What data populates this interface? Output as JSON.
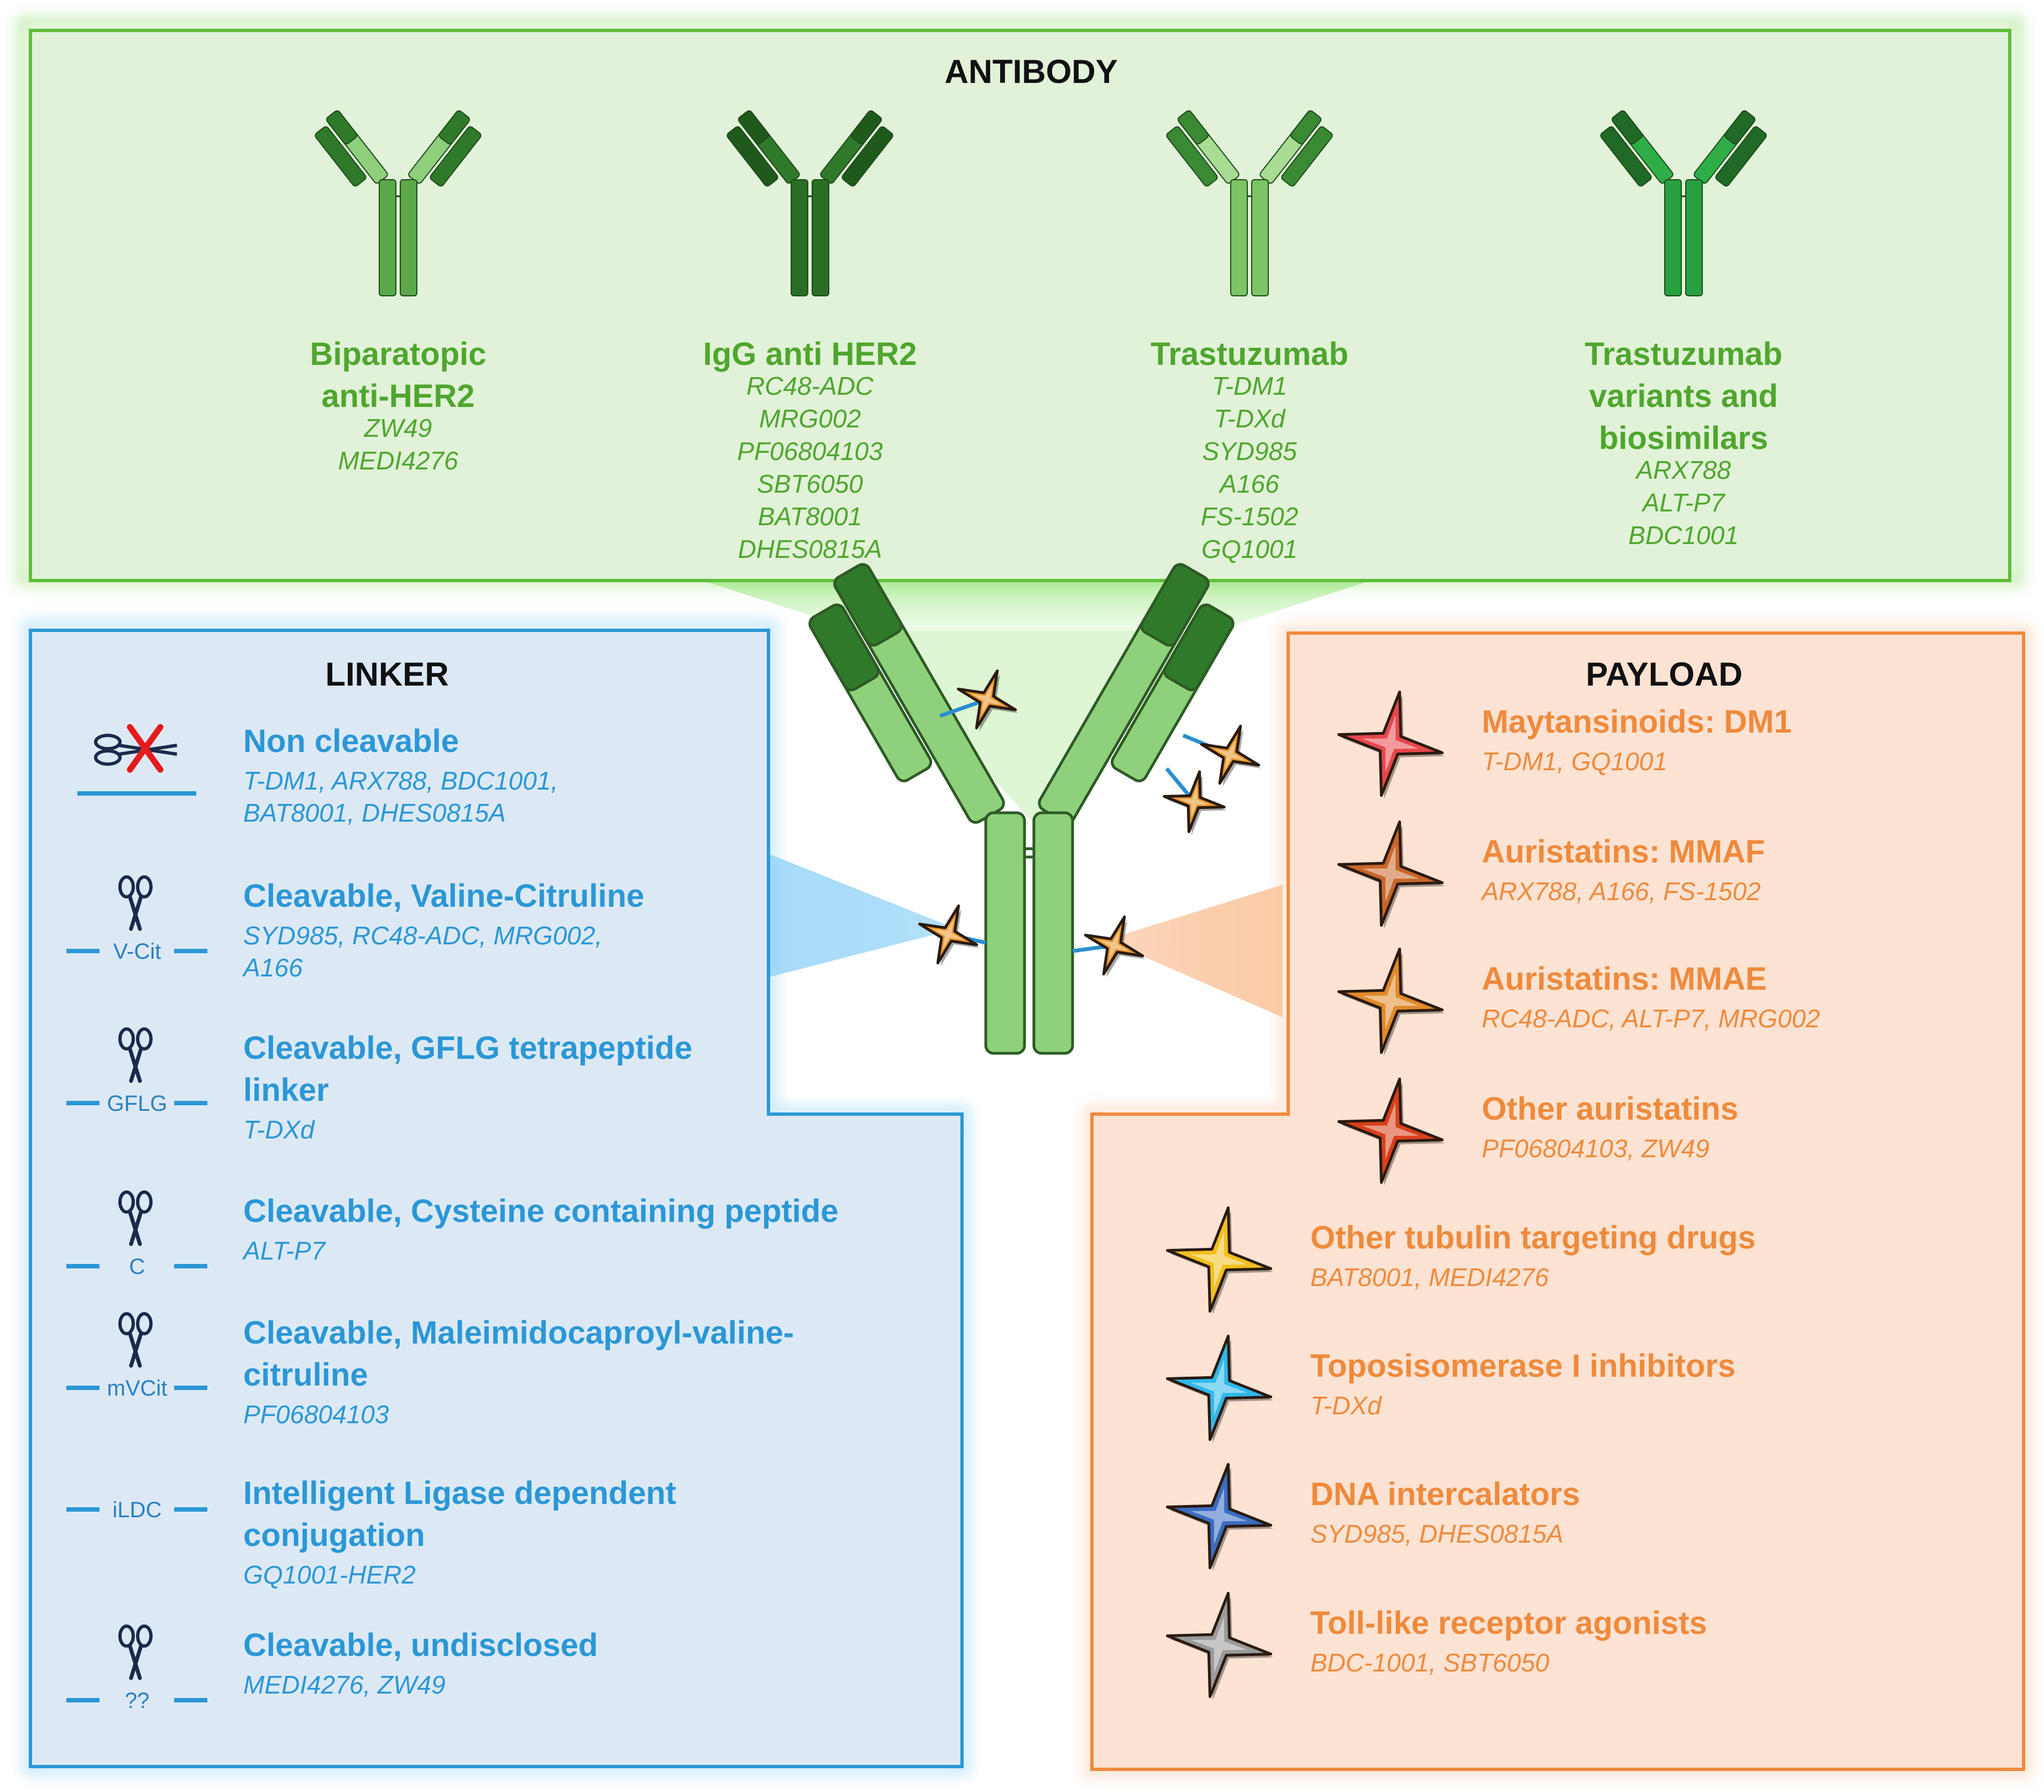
{
  "antibody": {
    "title": "ANTIBODY",
    "colors": {
      "panel_fill": "#e1f2d8",
      "panel_border": "#5fbf3a",
      "text": "#4fa62e"
    },
    "groups": [
      {
        "name_lines": [
          "Biparatopic",
          "anti-HER2"
        ],
        "examples": [
          "ZW49",
          "MEDI4276"
        ]
      },
      {
        "name_lines": [
          "IgG anti HER2"
        ],
        "examples": [
          "RC48-ADC",
          "MRG002",
          "PF06804103",
          "SBT6050",
          "BAT8001",
          "DHES0815A"
        ]
      },
      {
        "name_lines": [
          "Trastuzumab"
        ],
        "examples": [
          "T-DM1",
          "T-DXd",
          "SYD985",
          "A166",
          "FS-1502",
          "GQ1001"
        ]
      },
      {
        "name_lines": [
          "Trastuzumab",
          "variants and",
          "biosimilars"
        ],
        "examples": [
          "ARX788",
          "ALT-P7",
          "BDC1001"
        ]
      }
    ]
  },
  "linker": {
    "title": "LINKER",
    "colors": {
      "panel_fill": "#dce9f5",
      "panel_border": "#2b97d6",
      "text": "#2b97d6"
    },
    "items": [
      {
        "icon": "scissors-crossed-out-icon",
        "code": "",
        "name_lines": [
          "Non cleavable"
        ],
        "examples_lines": [
          "T-DM1, ARX788, BDC1001,",
          "BAT8001, DHES0815A"
        ]
      },
      {
        "icon": "scissors-icon",
        "code": "V-Cit",
        "name_lines": [
          "Cleavable, Valine-Citruline"
        ],
        "examples_lines": [
          "SYD985, RC48-ADC, MRG002,",
          "A166"
        ]
      },
      {
        "icon": "scissors-icon",
        "code": "GFLG",
        "name_lines": [
          "Cleavable, GFLG tetrapeptide",
          "linker"
        ],
        "examples_lines": [
          "T-DXd"
        ]
      },
      {
        "icon": "scissors-icon",
        "code": "C",
        "name_lines": [
          "Cleavable, Cysteine containing peptide"
        ],
        "examples_lines": [
          "ALT-P7"
        ]
      },
      {
        "icon": "scissors-icon",
        "code": "mVCit",
        "name_lines": [
          "Cleavable, Maleimidocaproyl-valine-",
          "citruline"
        ],
        "examples_lines": [
          "PF06804103"
        ]
      },
      {
        "icon": "none",
        "code": "iLDC",
        "name_lines": [
          "Intelligent Ligase dependent",
          "conjugation"
        ],
        "examples_lines": [
          "GQ1001-HER2"
        ]
      },
      {
        "icon": "scissors-icon",
        "code": "??",
        "name_lines": [
          "Cleavable, undisclosed"
        ],
        "examples_lines": [
          "MEDI4276, ZW49"
        ]
      }
    ]
  },
  "payload": {
    "title": "PAYLOAD",
    "colors": {
      "panel_fill": "#fde3d3",
      "panel_border": "#f08a3c",
      "text": "#ef8a3c"
    },
    "items": [
      {
        "star_color": "#e8474c",
        "name": "Maytansinoids: DM1",
        "examples": "T-DM1, GQ1001"
      },
      {
        "star_color": "#c8662a",
        "name": "Auristatins: MMAF",
        "examples": "ARX788, A166, FS-1502"
      },
      {
        "star_color": "#e08a2a",
        "name": "Auristatins: MMAE",
        "examples": "RC48-ADC, ALT-P7, MRG002"
      },
      {
        "star_color": "#d8401a",
        "name": "Other auristatins",
        "examples": "PF06804103, ZW49"
      },
      {
        "star_color": "#f0c020",
        "name": "Other tubulin targeting drugs",
        "examples": "BAT8001, MEDI4276"
      },
      {
        "star_color": "#30b8e8",
        "name": "Toposisomerase I inhibitors",
        "examples": "T-DXd"
      },
      {
        "star_color": "#3a6cc0",
        "name": "DNA intercalators",
        "examples": "SYD985, DHES0815A"
      },
      {
        "star_color": "#9a9a9a",
        "name": "Toll-like receptor agonists",
        "examples": "BDC-1001, SBT6050"
      }
    ]
  },
  "center_adc": {
    "payload_star_color": "#e8962a",
    "linker_color": "#2b8fd0"
  }
}
